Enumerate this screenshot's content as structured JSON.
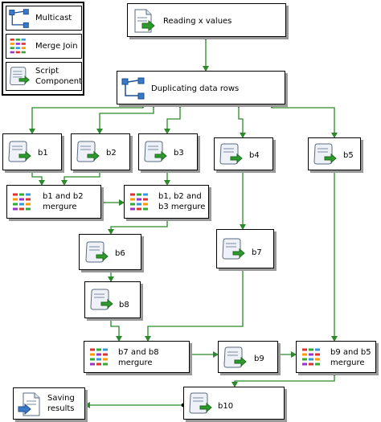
{
  "legend": {
    "multicast": "Multicast",
    "merge_join": "Merge Join",
    "script_component_line1": "Script",
    "script_component_line2": "Component"
  },
  "nodes": {
    "reading": "Reading x values",
    "duplicating": "Duplicating data rows",
    "b1": "b1",
    "b2": "b2",
    "b3": "b3",
    "b4": "b4",
    "b5": "b5",
    "merge12_line1": "b1 and b2",
    "merge12_line2": "mergure",
    "merge123_line1": "b1, b2 and",
    "merge123_line2": "b3 mergure",
    "b6": "b6",
    "b7": "b7",
    "b8": "b8",
    "merge78_line1": "b7 and b8",
    "merge78_line2": "mergure",
    "b9": "b9",
    "merge95_line1": "b9 and b5",
    "merge95_line2": "mergure",
    "b10": "b10",
    "saving_line1": "Saving",
    "saving_line2": "results"
  },
  "colors": {
    "connector": "#2a8a2a",
    "border": "#000000",
    "shadow": "#9a9a9a"
  },
  "icons": {
    "source": "document-source-icon",
    "multicast": "multicast-icon",
    "merge_join": "merge-join-icon",
    "script": "script-component-icon",
    "destination": "document-destination-icon"
  }
}
